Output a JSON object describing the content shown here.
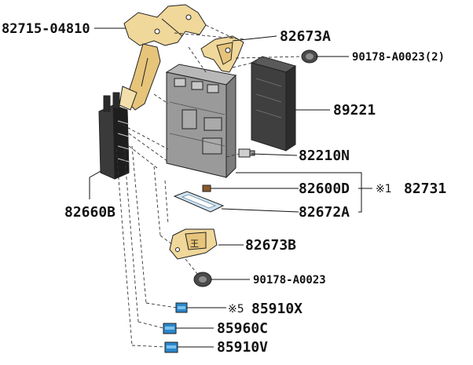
{
  "labels": {
    "bracket_top": "82715-04810",
    "bracket_a": "82673A",
    "clip_top": "90178-A0023(2)",
    "cover": "89221",
    "relay": "82210N",
    "fuse": "82600D",
    "note_mark": "※1",
    "assy": "82731",
    "gasket": "82672A",
    "connector_block": "82660B",
    "bracket_b": "82673B",
    "clip_bottom": "90178-A0023",
    "conn_x_note": "※5",
    "conn_x": "85910X",
    "conn_c": "85960C",
    "conn_v": "85910V"
  },
  "colors": {
    "bracket": "#f0d79a",
    "gray_body": "#8c8c8c",
    "dark_body": "#4a4a4a",
    "connector_blue": "#2b86c9",
    "gasket": "#cfe3f2",
    "line": "#222222"
  }
}
